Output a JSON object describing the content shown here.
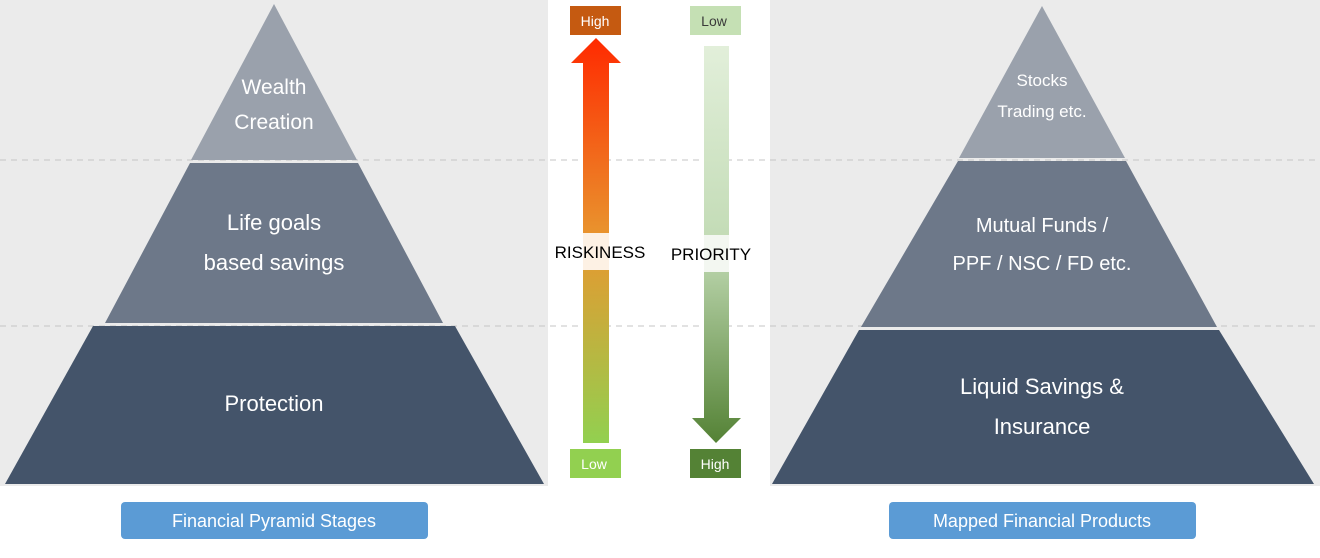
{
  "left_pyramid": {
    "tiers": {
      "top": [
        "Wealth",
        "Creation"
      ],
      "middle": [
        "Life goals",
        "based savings"
      ],
      "bottom": [
        "Protection"
      ]
    },
    "caption": "Financial Pyramid Stages"
  },
  "right_pyramid": {
    "tiers": {
      "top": [
        "Stocks",
        "Trading etc."
      ],
      "middle": [
        "Mutual Funds /",
        "PPF / NSC / FD etc."
      ],
      "bottom": [
        "Liquid Savings &",
        "Insurance"
      ]
    },
    "caption": "Mapped Financial Products"
  },
  "riskiness": {
    "label": "RISKINESS",
    "top": "High",
    "bottom": "Low"
  },
  "priority": {
    "label": "PRIORITY",
    "top": "Low",
    "bottom": "High"
  },
  "colors": {
    "tier_top": "#9aa1ac",
    "tier_middle": "#6d7889",
    "tier_bottom": "#44546a",
    "caption": "#5b9bd5",
    "risk_high": "#c55a11",
    "risk_low": "#92d050",
    "priority_low": "#c5e0b4",
    "priority_high": "#548235"
  }
}
